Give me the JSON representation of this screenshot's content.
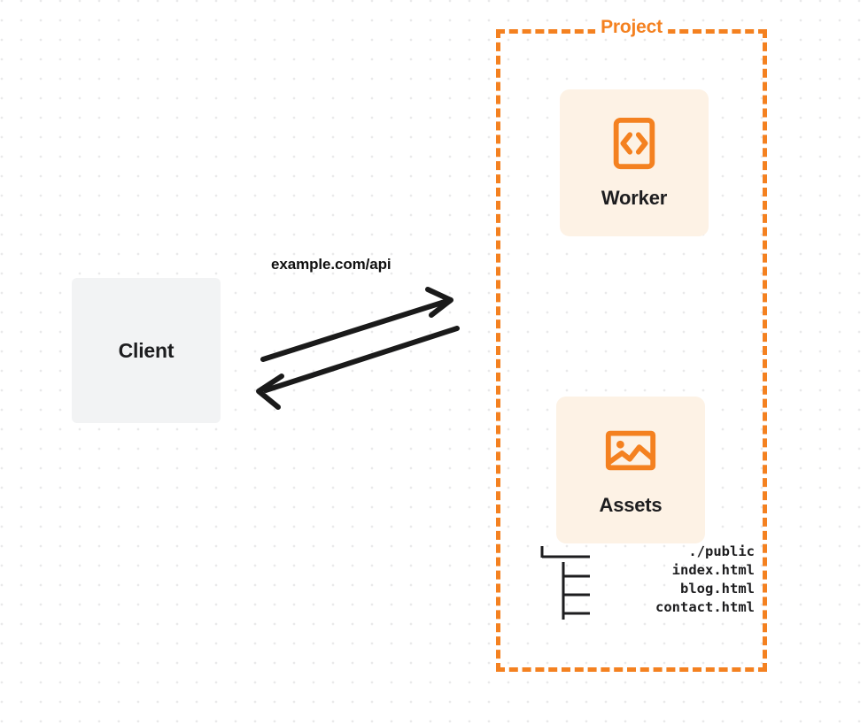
{
  "diagram": {
    "title": "Project",
    "background": "dot-grid",
    "colors": {
      "accent_orange": "#f48120",
      "card_background": "#fdf2e5",
      "client_background": "#f2f3f4",
      "text": "#1d1d1f",
      "grid_dot": "#e9e9ea",
      "arrow": "#1a1a1a"
    }
  },
  "client": {
    "label": "Client"
  },
  "connection": {
    "label": "example.com/api",
    "direction": "bidirectional",
    "arrow_to_project_name": "request-arrow",
    "arrow_to_client_name": "response-arrow"
  },
  "project": {
    "label": "Project",
    "nodes": [
      {
        "id": "worker",
        "label": "Worker",
        "icon": "code-brackets-icon"
      },
      {
        "id": "assets",
        "label": "Assets",
        "icon": "image-icon"
      }
    ]
  },
  "file_tree": {
    "rows": [
      "./public",
      "index.html",
      "blog.html",
      "contact.html"
    ]
  }
}
